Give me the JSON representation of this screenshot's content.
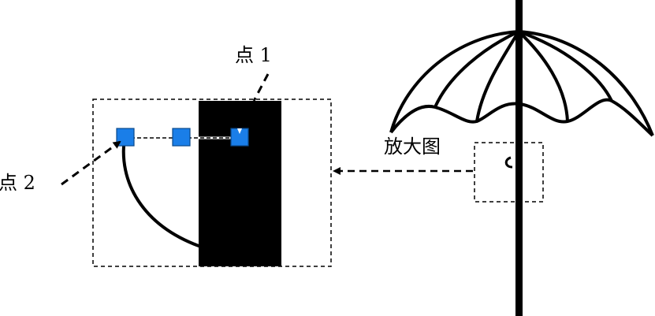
{
  "labels": {
    "point1": "点 1",
    "point2": "点 2",
    "magnify": "放大图"
  },
  "colors": {
    "stroke": "#000000",
    "grip_fill": "#1a7ee8",
    "grip_stroke": "#0b4a8c",
    "background": "#ffffff"
  }
}
